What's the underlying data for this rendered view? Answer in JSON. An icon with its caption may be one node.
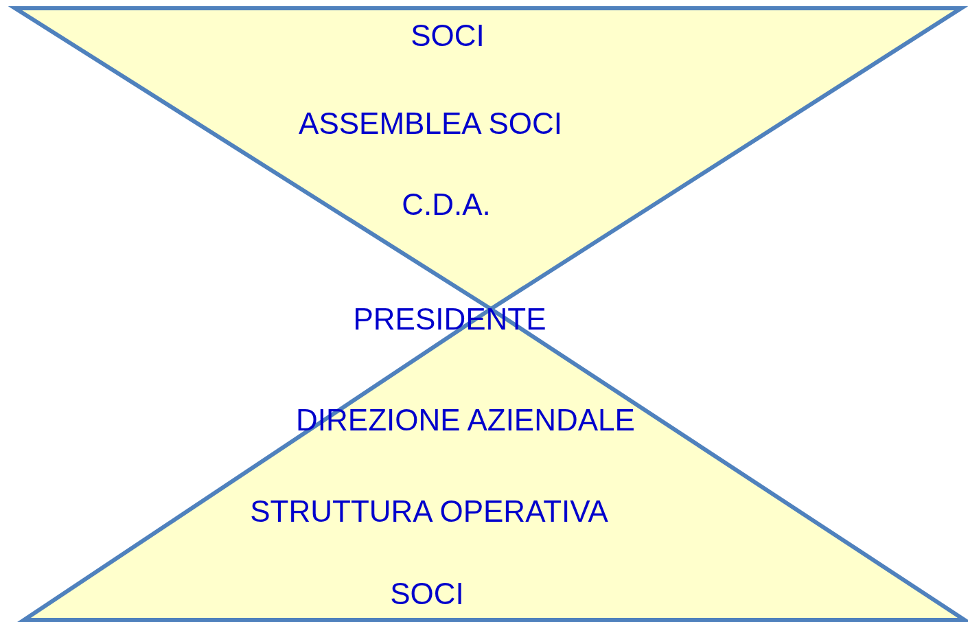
{
  "diagram": {
    "nodes": [
      {
        "text": [
          "SOCI",
          "ASSEMBLEA SOCI",
          "C.D.A."
        ]
      },
      {
        "text": [
          "DIREZIONE AZIENDALE",
          "STRUTTURA OPERATIVA",
          "SOCI"
        ]
      }
    ],
    "labels": [
      "PRESIDENTE"
    ]
  }
}
